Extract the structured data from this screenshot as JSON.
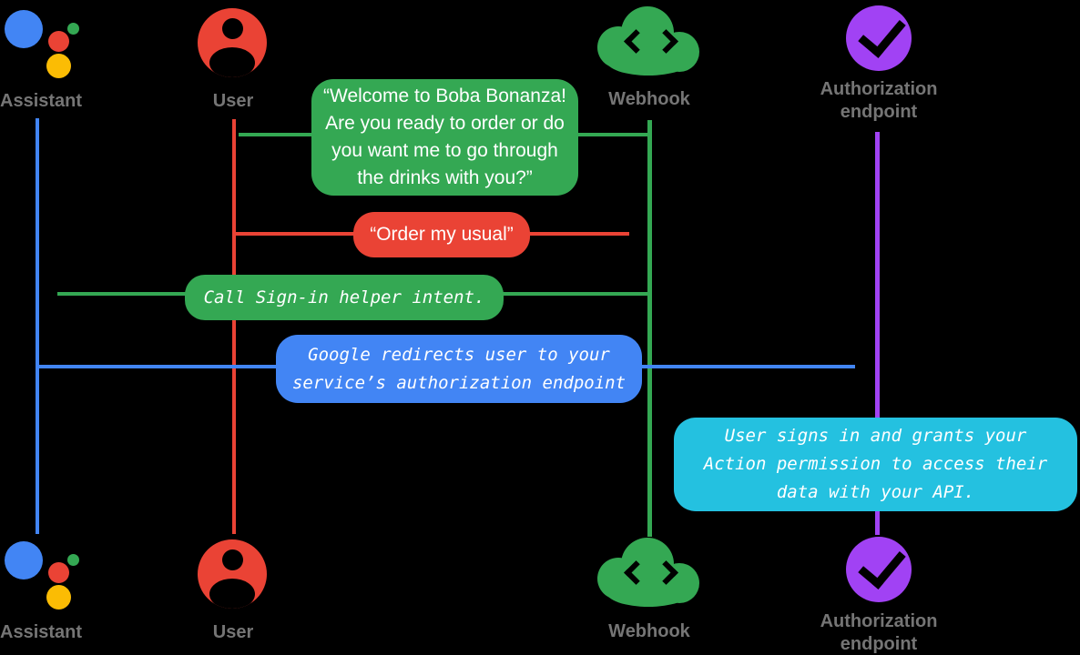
{
  "diagram": {
    "type": "sequence-diagram",
    "background": "#000000",
    "palette": {
      "assistant_blue": "#4285F4",
      "user_red": "#EA4335",
      "webhook_green": "#34A853",
      "auth_purple": "#A142F4",
      "note_cyan": "#24C1E0",
      "logo_yellow": "#FBBC04",
      "label_gray": "#757575",
      "message_text": "#FFFFFF"
    },
    "actors": [
      {
        "id": "assistant",
        "label": "Assistant",
        "icon": "google-assistant-logo-icon",
        "color": "#4285F4"
      },
      {
        "id": "user",
        "label": "User",
        "icon": "user-account-icon",
        "color": "#EA4335"
      },
      {
        "id": "webhook",
        "label": "Webhook",
        "icon": "webhook-cloud-code-icon",
        "color": "#34A853"
      },
      {
        "id": "authorization_endpoint",
        "label": "Authorization endpoint",
        "label_lines": [
          "Authorization",
          "endpoint"
        ],
        "icon": "authorization-check-icon",
        "color": "#A142F4"
      }
    ],
    "messages": [
      {
        "id": "welcome",
        "from": "Webhook",
        "to": "User",
        "color": "#34A853",
        "text_style": "sans",
        "lines": [
          "“Welcome to Boba Bonanza!",
          "Are you ready to order or do",
          "you want me to go through",
          "the drinks with you?”"
        ]
      },
      {
        "id": "order",
        "from": "User",
        "to": "Webhook",
        "color": "#EA4335",
        "text_style": "sans",
        "text": "“Order my usual”"
      },
      {
        "id": "signin",
        "from": "Webhook",
        "to": "Assistant",
        "color": "#34A853",
        "text_style": "mono-italic",
        "text": "Call Sign-in helper intent."
      },
      {
        "id": "redirect",
        "from": "Assistant",
        "to": "Authorization endpoint",
        "color": "#4285F4",
        "text_style": "mono-italic",
        "lines": [
          "Google redirects user to your",
          "service’s authorization endpoint"
        ]
      },
      {
        "id": "signs_in",
        "note_over": "Authorization endpoint",
        "color": "#24C1E0",
        "text_style": "mono-italic",
        "lines": [
          "User signs in and grants your",
          "Action permission to access their",
          "data with your API."
        ]
      }
    ]
  }
}
